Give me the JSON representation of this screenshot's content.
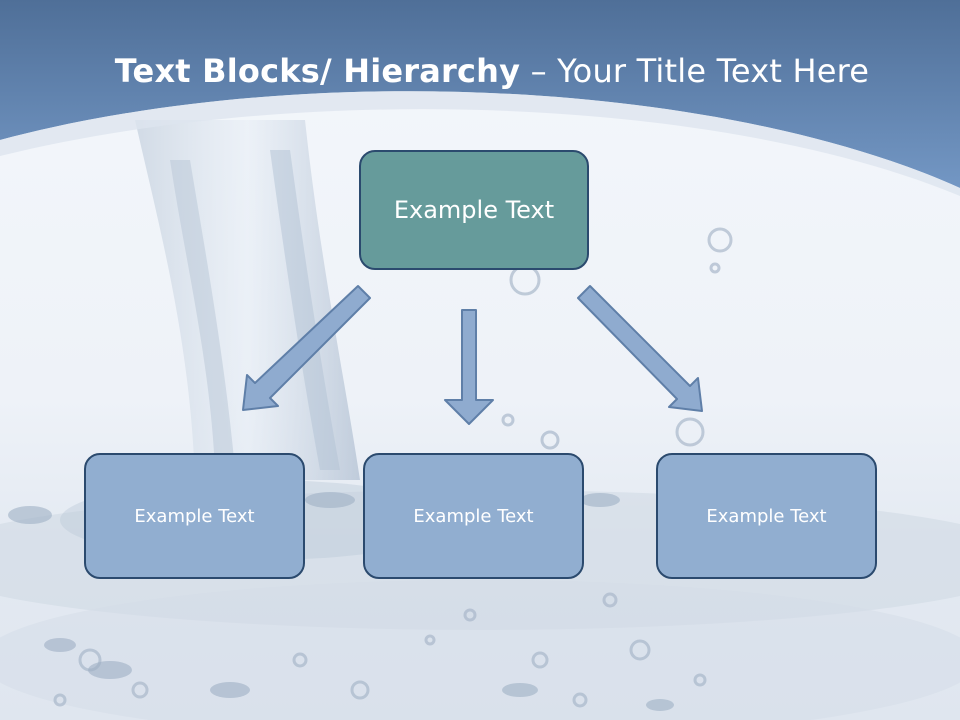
{
  "slide": {
    "title_bold": "Text Blocks/ Hierarchy",
    "title_rest": "– Your Title Text Here"
  },
  "diagram": {
    "top": {
      "label": "Example Text"
    },
    "children": [
      {
        "label": "Example Text"
      },
      {
        "label": "Example Text"
      },
      {
        "label": "Example Text"
      }
    ]
  },
  "colors": {
    "header": "#6c93c1",
    "top_box": "#669b9b",
    "child_box": "#91aed0",
    "border": "#2b4a6e",
    "arrow_fill": "#8fabcf",
    "arrow_stroke": "#5f7fa8"
  }
}
